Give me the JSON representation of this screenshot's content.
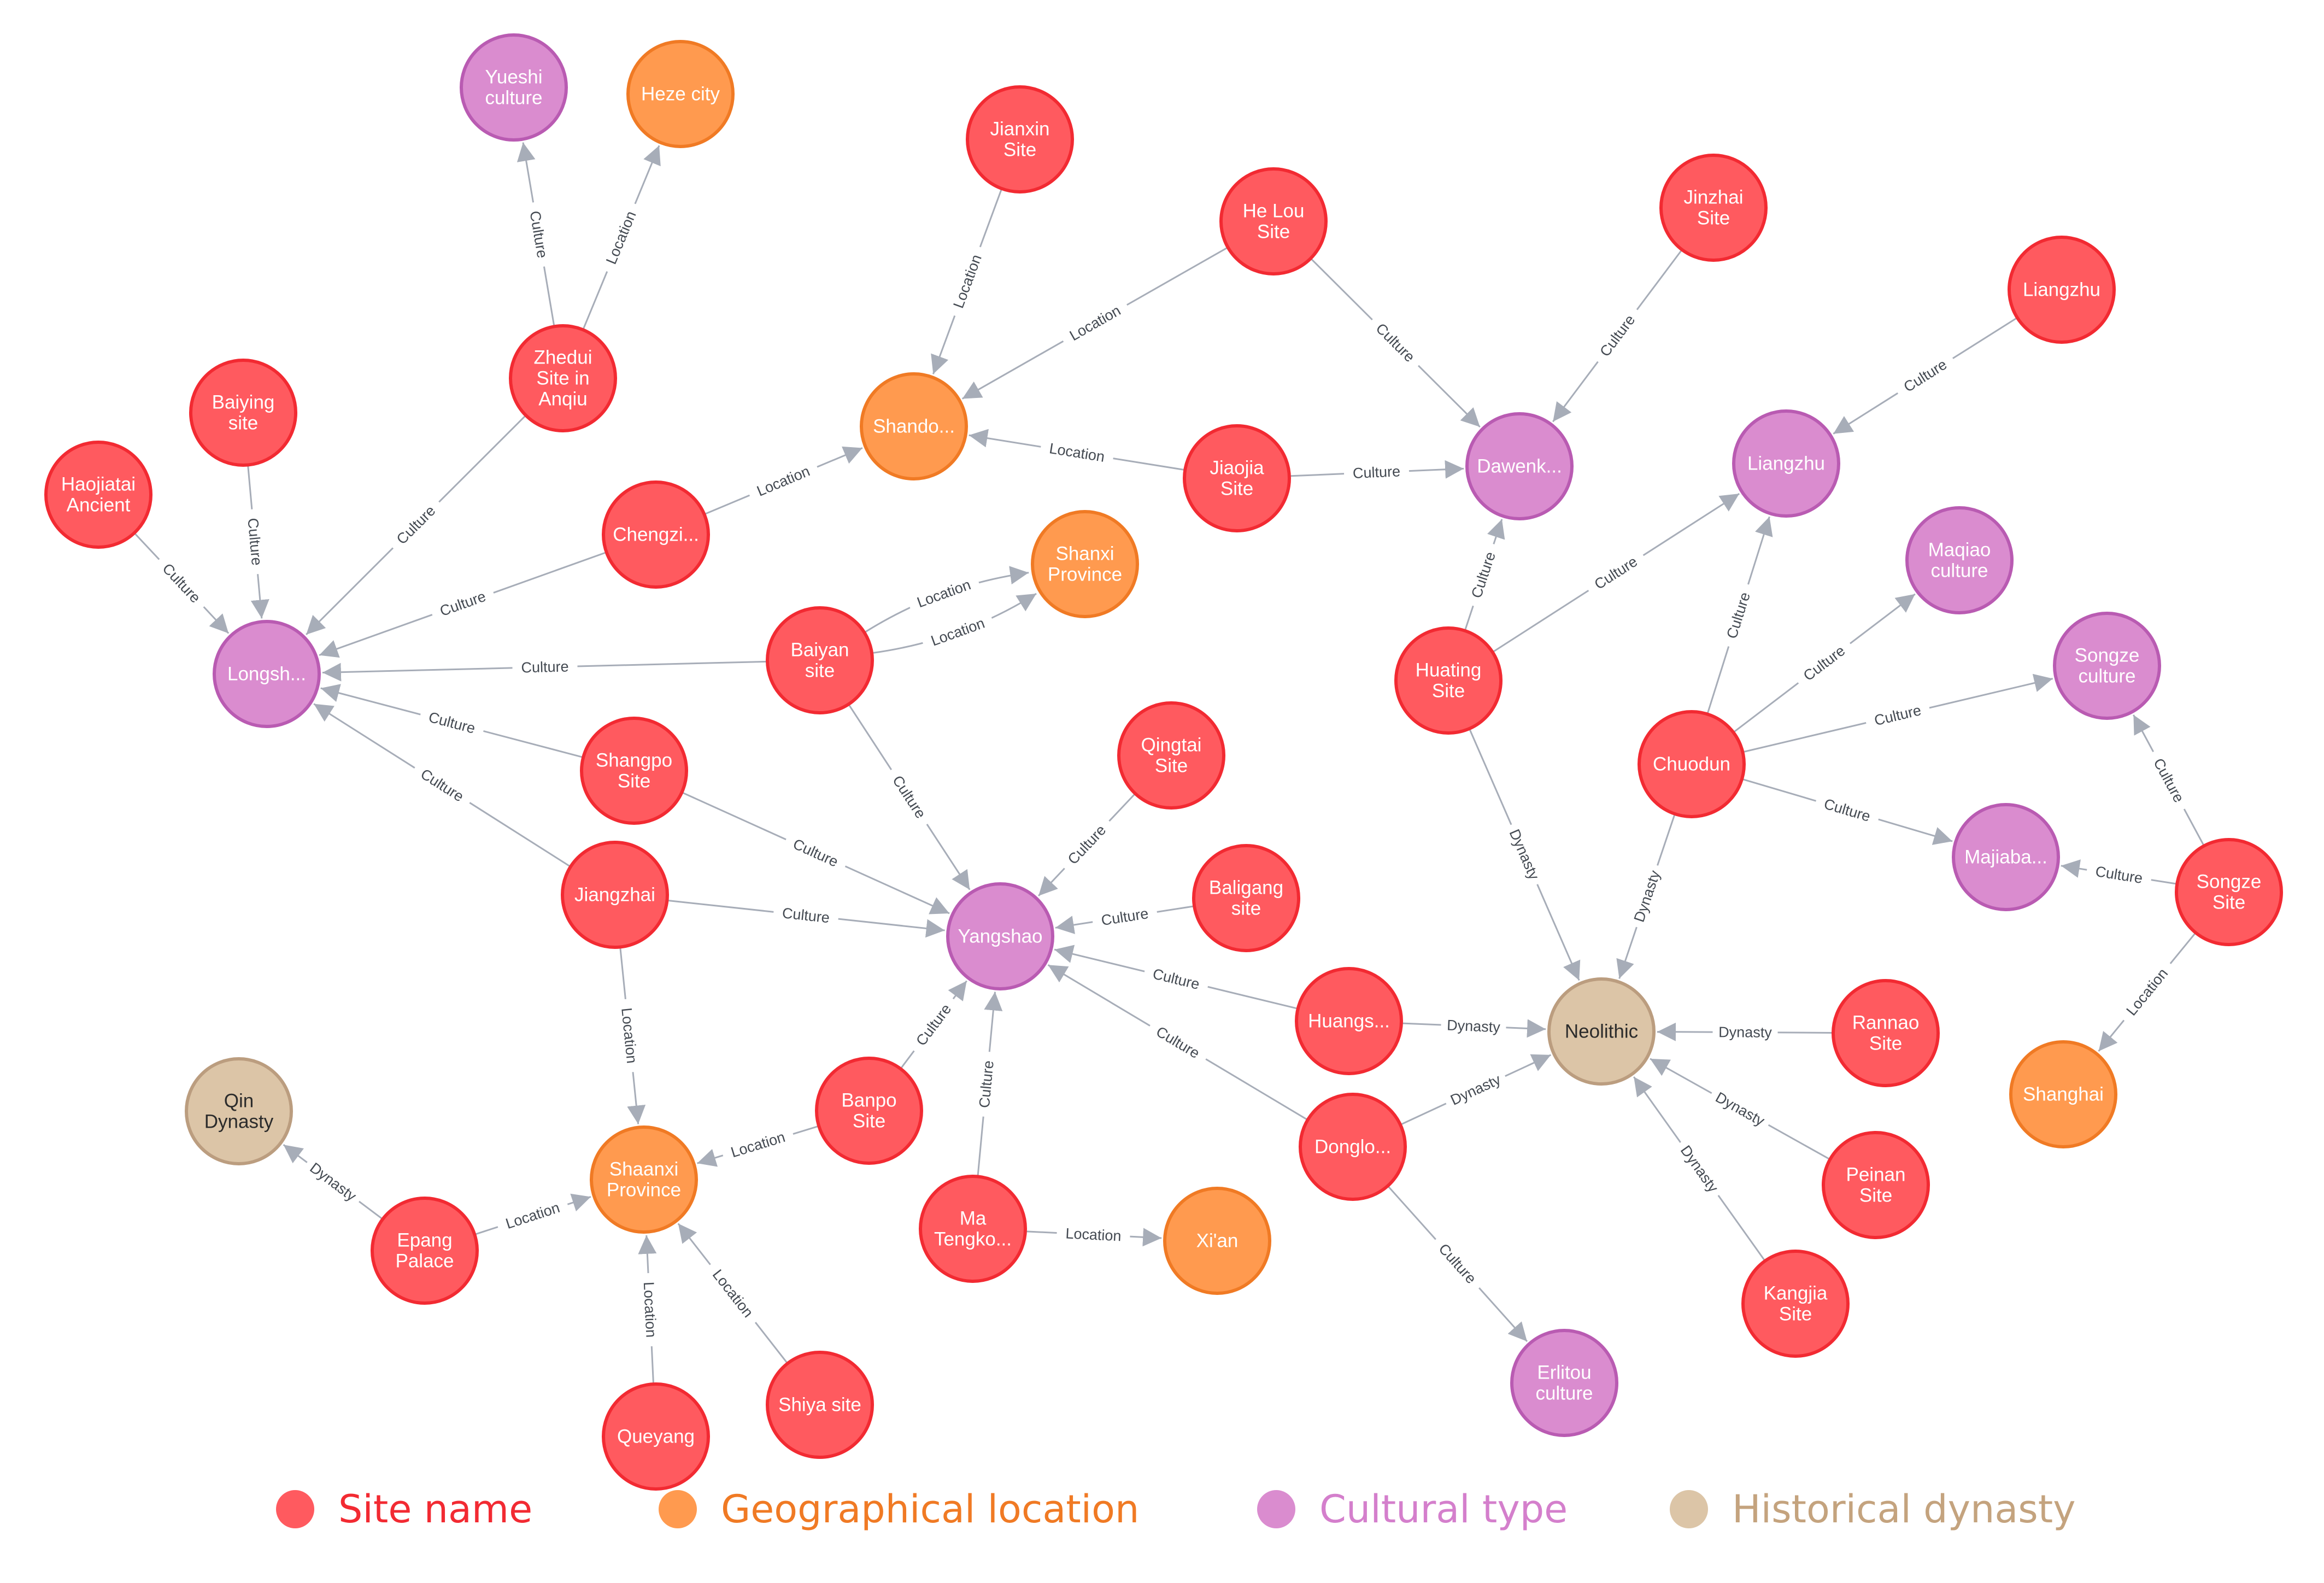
{
  "node_types": {
    "site": {
      "fill": "#ff5a5f",
      "stroke": "#f22a32"
    },
    "location": {
      "fill": "#ff9a4f",
      "stroke": "#f07a24"
    },
    "culture": {
      "fill": "#da8ccf",
      "stroke": "#b95bb2"
    },
    "dynasty": {
      "fill": "#dcc5a7",
      "stroke": "#bb9d7f"
    }
  },
  "nodes": [
    {
      "id": "yueshi",
      "type": "culture",
      "lines": [
        "Yueshi",
        "culture"
      ]
    },
    {
      "id": "heze",
      "type": "location",
      "lines": [
        "Heze city"
      ]
    },
    {
      "id": "zhedui",
      "type": "site",
      "lines": [
        "Zhedui",
        "Site in",
        "Anqiu"
      ]
    },
    {
      "id": "baiying",
      "type": "site",
      "lines": [
        "Baiying",
        "site"
      ]
    },
    {
      "id": "haojiatai",
      "type": "site",
      "lines": [
        "Haojiatai",
        "Ancient"
      ]
    },
    {
      "id": "longshan",
      "type": "culture",
      "lines": [
        "Longsh..."
      ]
    },
    {
      "id": "chengzi",
      "type": "site",
      "lines": [
        "Chengzi..."
      ]
    },
    {
      "id": "shandong",
      "type": "location",
      "lines": [
        "Shando..."
      ]
    },
    {
      "id": "jianxin",
      "type": "site",
      "lines": [
        "Jianxin",
        "Site"
      ]
    },
    {
      "id": "helou",
      "type": "site",
      "lines": [
        "He Lou",
        "Site"
      ]
    },
    {
      "id": "jiaojia",
      "type": "site",
      "lines": [
        "Jiaojia",
        "Site"
      ]
    },
    {
      "id": "dawenkou",
      "type": "culture",
      "lines": [
        "Dawenk..."
      ]
    },
    {
      "id": "jinzhai",
      "type": "site",
      "lines": [
        "Jinzhai",
        "Site"
      ]
    },
    {
      "id": "liangzhu_site",
      "type": "site",
      "lines": [
        "Liangzhu"
      ]
    },
    {
      "id": "liangzhu",
      "type": "culture",
      "lines": [
        "Liangzhu"
      ]
    },
    {
      "id": "shanxi",
      "type": "location",
      "lines": [
        "Shanxi",
        "Province"
      ]
    },
    {
      "id": "baiyan",
      "type": "site",
      "lines": [
        "Baiyan",
        "site"
      ]
    },
    {
      "id": "shangpo",
      "type": "site",
      "lines": [
        "Shangpo",
        "Site"
      ]
    },
    {
      "id": "jiangzhai",
      "type": "site",
      "lines": [
        "Jiangzhai"
      ]
    },
    {
      "id": "qingtai",
      "type": "site",
      "lines": [
        "Qingtai",
        "Site"
      ]
    },
    {
      "id": "baligang",
      "type": "site",
      "lines": [
        "Baligang",
        "site"
      ]
    },
    {
      "id": "yangshao",
      "type": "culture",
      "lines": [
        "Yangshao"
      ]
    },
    {
      "id": "huating",
      "type": "site",
      "lines": [
        "Huating",
        "Site"
      ]
    },
    {
      "id": "maqiao",
      "type": "culture",
      "lines": [
        "Maqiao",
        "culture"
      ]
    },
    {
      "id": "songze_culture",
      "type": "culture",
      "lines": [
        "Songze",
        "culture"
      ]
    },
    {
      "id": "chuodun",
      "type": "site",
      "lines": [
        "Chuodun"
      ]
    },
    {
      "id": "majiabang",
      "type": "culture",
      "lines": [
        "Majiaba..."
      ]
    },
    {
      "id": "songze_site",
      "type": "site",
      "lines": [
        "Songze",
        "Site"
      ]
    },
    {
      "id": "huangshan",
      "type": "site",
      "lines": [
        "Huangs..."
      ]
    },
    {
      "id": "neolithic",
      "type": "dynasty",
      "lines": [
        "Neolithic"
      ]
    },
    {
      "id": "rannao",
      "type": "site",
      "lines": [
        "Rannao",
        "Site"
      ]
    },
    {
      "id": "shanghai",
      "type": "location",
      "lines": [
        "Shanghai"
      ]
    },
    {
      "id": "qin",
      "type": "dynasty",
      "lines": [
        "Qin",
        "Dynasty"
      ]
    },
    {
      "id": "banpo",
      "type": "site",
      "lines": [
        "Banpo",
        "Site"
      ]
    },
    {
      "id": "shaanxi",
      "type": "location",
      "lines": [
        "Shaanxi",
        "Province"
      ]
    },
    {
      "id": "epang",
      "type": "site",
      "lines": [
        "Epang",
        "Palace"
      ]
    },
    {
      "id": "mating",
      "type": "site",
      "lines": [
        "Ma",
        "Tengko..."
      ]
    },
    {
      "id": "xian",
      "type": "location",
      "lines": [
        "Xi'an"
      ]
    },
    {
      "id": "donglong",
      "type": "site",
      "lines": [
        "Donglo..."
      ]
    },
    {
      "id": "peinan",
      "type": "site",
      "lines": [
        "Peinan",
        "Site"
      ]
    },
    {
      "id": "kangjia",
      "type": "site",
      "lines": [
        "Kangjia",
        "Site"
      ]
    },
    {
      "id": "erlitou",
      "type": "culture",
      "lines": [
        "Erlitou",
        "culture"
      ]
    },
    {
      "id": "queyang",
      "type": "site",
      "lines": [
        "Queyang"
      ]
    },
    {
      "id": "shiya",
      "type": "site",
      "lines": [
        "Shiya site"
      ]
    }
  ],
  "edges": [
    {
      "from": "zhedui",
      "to": "yueshi",
      "label": "Culture"
    },
    {
      "from": "zhedui",
      "to": "heze",
      "label": "Location"
    },
    {
      "from": "zhedui",
      "to": "longshan",
      "label": "Culture"
    },
    {
      "from": "baiying",
      "to": "longshan",
      "label": "Culture"
    },
    {
      "from": "haojiatai",
      "to": "longshan",
      "label": "Culture"
    },
    {
      "from": "chengzi",
      "to": "longshan",
      "label": "Culture"
    },
    {
      "from": "chengzi",
      "to": "shandong",
      "label": "Location"
    },
    {
      "from": "jianxin",
      "to": "shandong",
      "label": "Location"
    },
    {
      "from": "helou",
      "to": "shandong",
      "label": "Location"
    },
    {
      "from": "helou",
      "to": "dawenkou",
      "label": "Culture"
    },
    {
      "from": "jiaojia",
      "to": "shandong",
      "label": "Location"
    },
    {
      "from": "jiaojia",
      "to": "dawenkou",
      "label": "Culture"
    },
    {
      "from": "jinzhai",
      "to": "dawenkou",
      "label": "Culture"
    },
    {
      "from": "liangzhu_site",
      "to": "liangzhu",
      "label": "Culture"
    },
    {
      "from": "baiyan",
      "to": "shanxi",
      "label": "Location",
      "curve": -1
    },
    {
      "from": "baiyan",
      "to": "shanxi",
      "label": "Location",
      "curve": 1
    },
    {
      "from": "baiyan",
      "to": "longshan",
      "label": "Culture"
    },
    {
      "from": "baiyan",
      "to": "yangshao",
      "label": "Culture"
    },
    {
      "from": "shangpo",
      "to": "longshan",
      "label": "Culture"
    },
    {
      "from": "shangpo",
      "to": "yangshao",
      "label": "Culture"
    },
    {
      "from": "jiangzhai",
      "to": "longshan",
      "label": "Culture"
    },
    {
      "from": "jiangzhai",
      "to": "yangshao",
      "label": "Culture"
    },
    {
      "from": "jiangzhai",
      "to": "shaanxi",
      "label": "Location"
    },
    {
      "from": "qingtai",
      "to": "yangshao",
      "label": "Culture"
    },
    {
      "from": "baligang",
      "to": "yangshao",
      "label": "Culture"
    },
    {
      "from": "huating",
      "to": "dawenkou",
      "label": "Culture"
    },
    {
      "from": "huating",
      "to": "liangzhu",
      "label": "Culture"
    },
    {
      "from": "huating",
      "to": "neolithic",
      "label": "Dynasty"
    },
    {
      "from": "chuodun",
      "to": "liangzhu",
      "label": "Culture"
    },
    {
      "from": "chuodun",
      "to": "maqiao",
      "label": "Culture"
    },
    {
      "from": "chuodun",
      "to": "songze_culture",
      "label": "Culture"
    },
    {
      "from": "chuodun",
      "to": "majiabang",
      "label": "Culture"
    },
    {
      "from": "chuodun",
      "to": "neolithic",
      "label": "Dynasty"
    },
    {
      "from": "songze_site",
      "to": "songze_culture",
      "label": "Culture"
    },
    {
      "from": "songze_site",
      "to": "majiabang",
      "label": "Culture"
    },
    {
      "from": "songze_site",
      "to": "shanghai",
      "label": "Location"
    },
    {
      "from": "huangshan",
      "to": "yangshao",
      "label": "Culture"
    },
    {
      "from": "huangshan",
      "to": "neolithic",
      "label": "Dynasty"
    },
    {
      "from": "rannao",
      "to": "neolithic",
      "label": "Dynasty"
    },
    {
      "from": "peinan",
      "to": "neolithic",
      "label": "Dynasty"
    },
    {
      "from": "kangjia",
      "to": "neolithic",
      "label": "Dynasty"
    },
    {
      "from": "donglong",
      "to": "yangshao",
      "label": "Culture"
    },
    {
      "from": "donglong",
      "to": "neolithic",
      "label": "Dynasty"
    },
    {
      "from": "donglong",
      "to": "erlitou",
      "label": "Culture"
    },
    {
      "from": "banpo",
      "to": "yangshao",
      "label": "Culture"
    },
    {
      "from": "banpo",
      "to": "shaanxi",
      "label": "Location"
    },
    {
      "from": "mating",
      "to": "yangshao",
      "label": "Culture"
    },
    {
      "from": "mating",
      "to": "xian",
      "label": "Location"
    },
    {
      "from": "epang",
      "to": "qin",
      "label": "Dynasty"
    },
    {
      "from": "epang",
      "to": "shaanxi",
      "label": "Location"
    },
    {
      "from": "queyang",
      "to": "shaanxi",
      "label": "Location"
    },
    {
      "from": "shiya",
      "to": "shaanxi",
      "label": "Location"
    }
  ],
  "legend": [
    {
      "label": "Site name",
      "type": "site",
      "text_color": "#f22a32"
    },
    {
      "label": "Geographical location",
      "type": "location",
      "text_color": "#f07a24"
    },
    {
      "label": "Cultural type",
      "type": "culture",
      "text_color": "#d47fcc"
    },
    {
      "label": "Historical dynasty",
      "type": "dynasty",
      "text_color": "#c4a37e"
    }
  ]
}
